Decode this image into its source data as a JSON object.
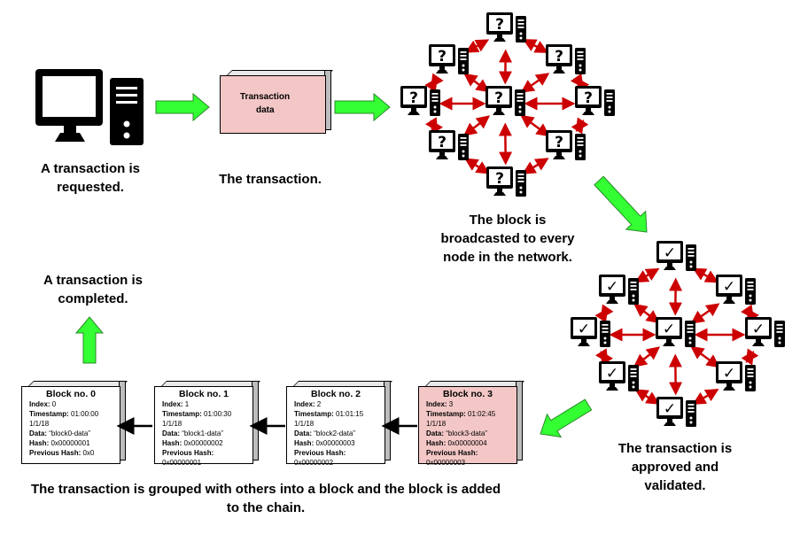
{
  "captions": {
    "requested": "A transaction is requested.",
    "transaction": "The transaction.",
    "broadcast": "The block is broadcasted to every node in the network.",
    "approved": "The transaction is approved and validated.",
    "completed": "A transaction is completed.",
    "grouped": "The transaction is grouped with others into a block and the block is added to the chain."
  },
  "transaction_box": {
    "label_line1": "Transaction",
    "label_line2": "data",
    "color": "#f4c7c7"
  },
  "colors": {
    "arrow_green": "#33ff33",
    "arrow_red": "#cc0000",
    "node_dark": "#000000",
    "block_highlight": "#f4c7c7"
  },
  "network_top": {
    "node_icon": "question-mark-computer-icon",
    "node_mark": "?"
  },
  "network_bottom": {
    "node_icon": "check-mark-computer-icon",
    "node_mark": "✓"
  },
  "blocks": [
    {
      "title": "Block no. 0",
      "index": "0",
      "timestamp": "01:00:00",
      "date": "1/1/18",
      "data": "“block0-data”",
      "hash": "0x00000001",
      "prev_hash": "0x0"
    },
    {
      "title": "Block no. 1",
      "index": "1",
      "timestamp": "01:00:30",
      "date": "1/1/18",
      "data": "“block1-data”",
      "hash": "0x00000002",
      "prev_hash": "0x00000001"
    },
    {
      "title": "Block no. 2",
      "index": "2",
      "timestamp": "01:01:15",
      "date": "1/1/18",
      "data": "“block2-data”",
      "hash": "0x00000003",
      "prev_hash": "0x00000002"
    },
    {
      "title": "Block no. 3",
      "index": "3",
      "timestamp": "01:02:45",
      "date": "1/1/18",
      "data": "“block3-data”",
      "hash": "0x00000004",
      "prev_hash": "0x00000003"
    }
  ],
  "block_labels": {
    "index": "Index:",
    "timestamp": "Timestamp:",
    "data": "Data:",
    "hash": "Hash:",
    "prev_hash": "Previous Hash:"
  }
}
